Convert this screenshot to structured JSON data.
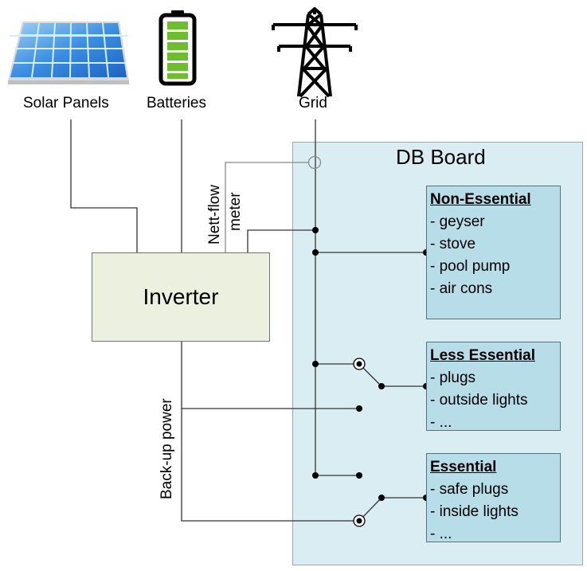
{
  "sources": {
    "solar": {
      "label": "Solar Panels",
      "icon": "solar-panel-icon"
    },
    "batteries": {
      "label": "Batteries",
      "icon": "battery-icon"
    },
    "grid": {
      "label": "Grid",
      "icon": "power-pylon-icon"
    }
  },
  "inverter": {
    "label": "Inverter"
  },
  "meter_label": [
    "Nett-flow",
    "meter"
  ],
  "backup_label": "Back-up power",
  "db_board": {
    "title": "DB Board"
  },
  "circuits": [
    {
      "title": "Non-Essential",
      "items": [
        "- geyser",
        "- stove",
        "- pool pump",
        "- air cons"
      ]
    },
    {
      "title": "Less Essential",
      "items": [
        "- plugs",
        "- outside lights",
        "- ..."
      ]
    },
    {
      "title": "Essential",
      "items": [
        "- safe plugs",
        "- inside lights",
        "- ..."
      ]
    }
  ],
  "colors": {
    "db_board": "#daedf3",
    "inverter": "#ebf1de",
    "circuit_box": "#b7dde8",
    "battery_cell": "#6cbe2c"
  }
}
